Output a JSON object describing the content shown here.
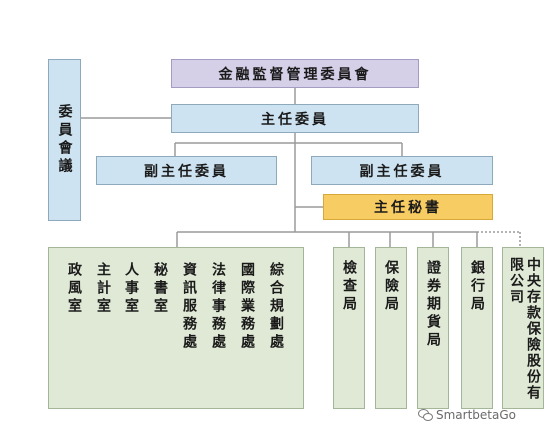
{
  "org_chart": {
    "top": "金融監督管理委員會",
    "chair": "主任委員",
    "committee": "委員會議",
    "vice_left": "副主任委員",
    "vice_right": "副主任委員",
    "secretary": "主任秘書",
    "departments": [
      "政風室",
      "主計室",
      "人事室",
      "秘書室",
      "資訊服務處",
      "法律事務處",
      "國際業務處",
      "綜合規劃處"
    ],
    "bureaus": [
      "檢查局",
      "保險局",
      "證券期貨局",
      "銀行局"
    ],
    "affiliate": "中央存款保險股份有限公司"
  },
  "watermark": "SmartbetaGo",
  "colors": {
    "line": "#9a9a9a",
    "blue_box": "#cde3f1",
    "purple_box": "#d6cfe8",
    "yellow_box": "#f7cd63",
    "green_box": "#dfe9d5"
  }
}
